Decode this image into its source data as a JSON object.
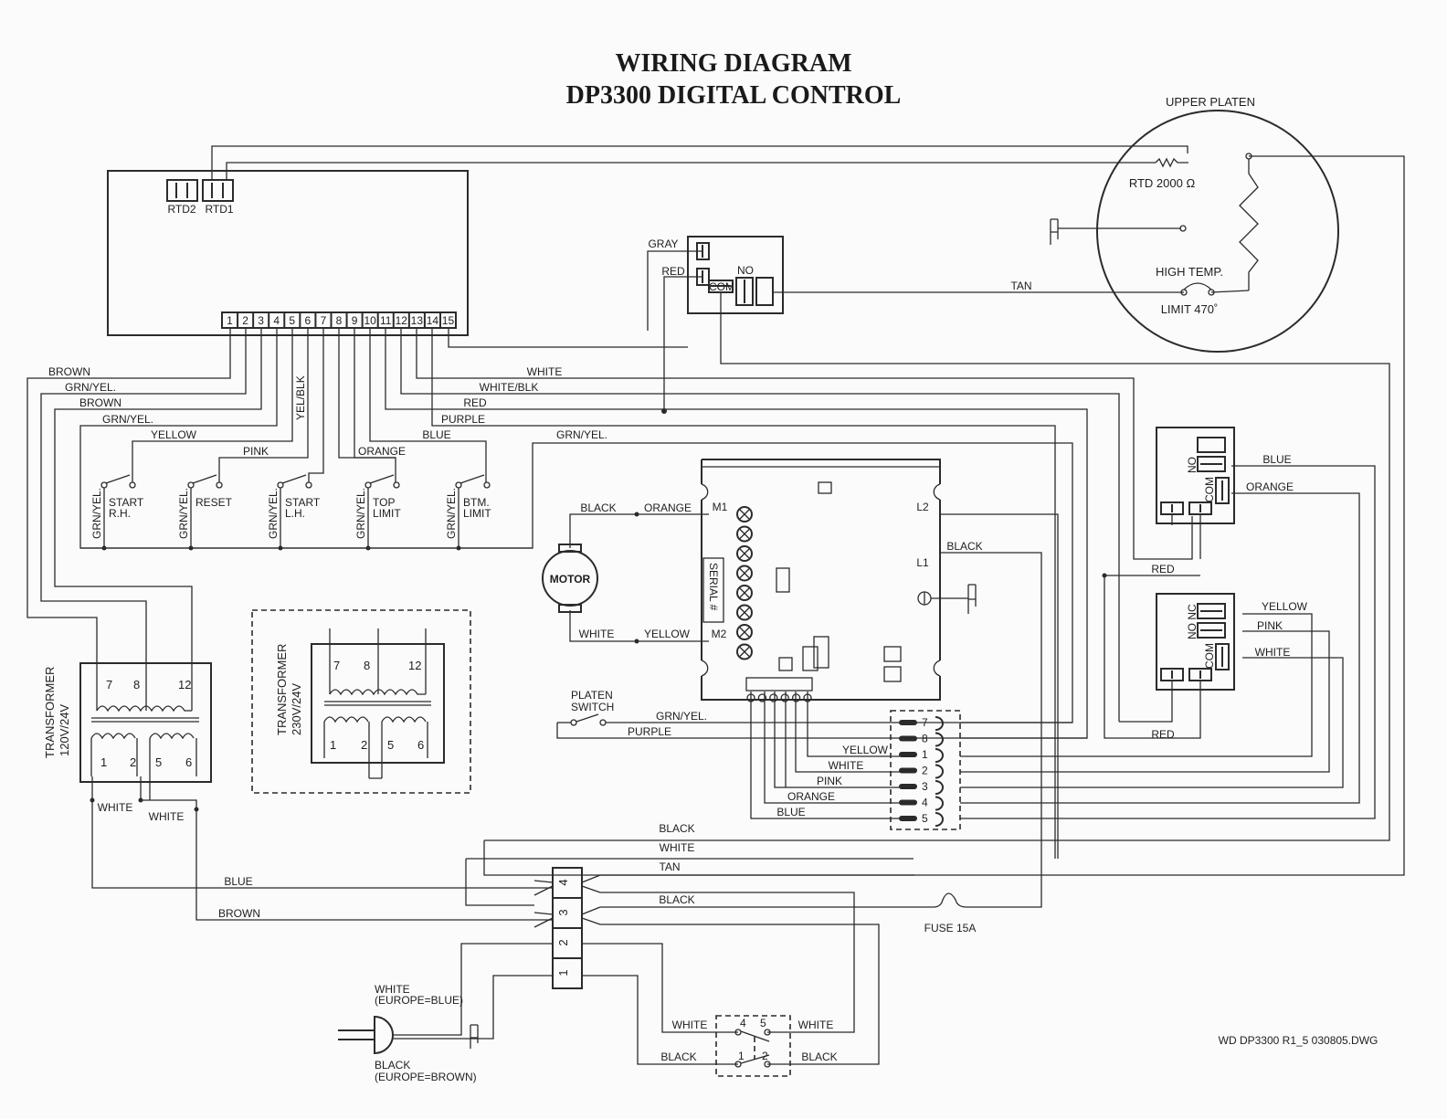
{
  "title": {
    "line1": "WIRING DIAGRAM",
    "line2": "DP3300 DIGITAL CONTROL"
  },
  "drawing_number": "WD DP3300 R1_5 030805.DWG",
  "control_board": {
    "rtd2": "RTD2",
    "rtd1": "RTD1",
    "terminals": [
      "1",
      "2",
      "3",
      "4",
      "5",
      "6",
      "7",
      "8",
      "9",
      "10",
      "11",
      "12",
      "13",
      "14",
      "15"
    ]
  },
  "upper_platen": {
    "label": "UPPER PLATEN",
    "rtd": "RTD 2000 Ω",
    "high_temp": "HIGH TEMP.",
    "limit": "LIMIT 470˚"
  },
  "relay_top": {
    "no": "NO",
    "com": "COM"
  },
  "relay_right1": {
    "no": "NO",
    "com": "COM"
  },
  "relay_right2": {
    "no_nc": "NO NC",
    "com": "COM"
  },
  "switches": [
    {
      "gnd": "GRN/YEL.",
      "name": "START\nR.H."
    },
    {
      "gnd": "GRN/YEL.",
      "name": "RESET"
    },
    {
      "gnd": "GRN/YEL.",
      "name": "START\nL.H."
    },
    {
      "gnd": "GRN/YEL.",
      "name": "TOP\nLIMIT"
    },
    {
      "gnd": "GRN/YEL.",
      "name": "BTM.\nLIMIT"
    }
  ],
  "wires": {
    "brown": "BROWN",
    "grn_yel": "GRN/YEL.",
    "yellow": "YELLOW",
    "pink": "PINK",
    "yel_blk": "YEL/BLK",
    "orange": "ORANGE",
    "blue": "BLUE",
    "white": "WHITE",
    "white_blk": "WHITE/BLK",
    "red": "RED",
    "purple": "PURPLE",
    "gray": "GRAY",
    "tan": "TAN",
    "black": "BLACK"
  },
  "motor": {
    "label": "MOTOR",
    "m1": "M1",
    "m2": "M2",
    "l1": "L1",
    "l2": "L2",
    "serial": "SERIAL #"
  },
  "platen_switch": "PLATEN\nSWITCH",
  "transformer_120": {
    "label": "TRANSFORMER\n120V/24V",
    "taps": [
      "7",
      "8",
      "12",
      "1",
      "2",
      "5",
      "6"
    ]
  },
  "transformer_230": {
    "label": "TRANSFORMER\n230V/24V",
    "taps": [
      "7",
      "8",
      "12",
      "1",
      "2",
      "5",
      "6"
    ]
  },
  "connector_pins": [
    "7",
    "8",
    "1",
    "2",
    "3",
    "4",
    "5"
  ],
  "terminal_block": [
    "4",
    "3",
    "2",
    "1"
  ],
  "fuse": "FUSE 15A",
  "plug": {
    "white": "WHITE\n(EUROPE=BLUE)",
    "black": "BLACK\n(EUROPE=BROWN)"
  },
  "power_switch": {
    "pins": [
      "4",
      "5",
      "1",
      "2"
    ]
  }
}
